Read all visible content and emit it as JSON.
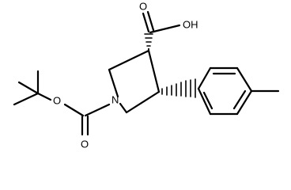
{
  "structure": {
    "labels": {
      "hydroxyl": "OH",
      "carbonyl_oxygen_acid": "O",
      "ring_nitrogen": "N",
      "carbonyl_oxygen_boc": "O",
      "ester_oxygen": "O"
    },
    "colors": {
      "line": "#000000",
      "background": "#ffffff"
    }
  }
}
